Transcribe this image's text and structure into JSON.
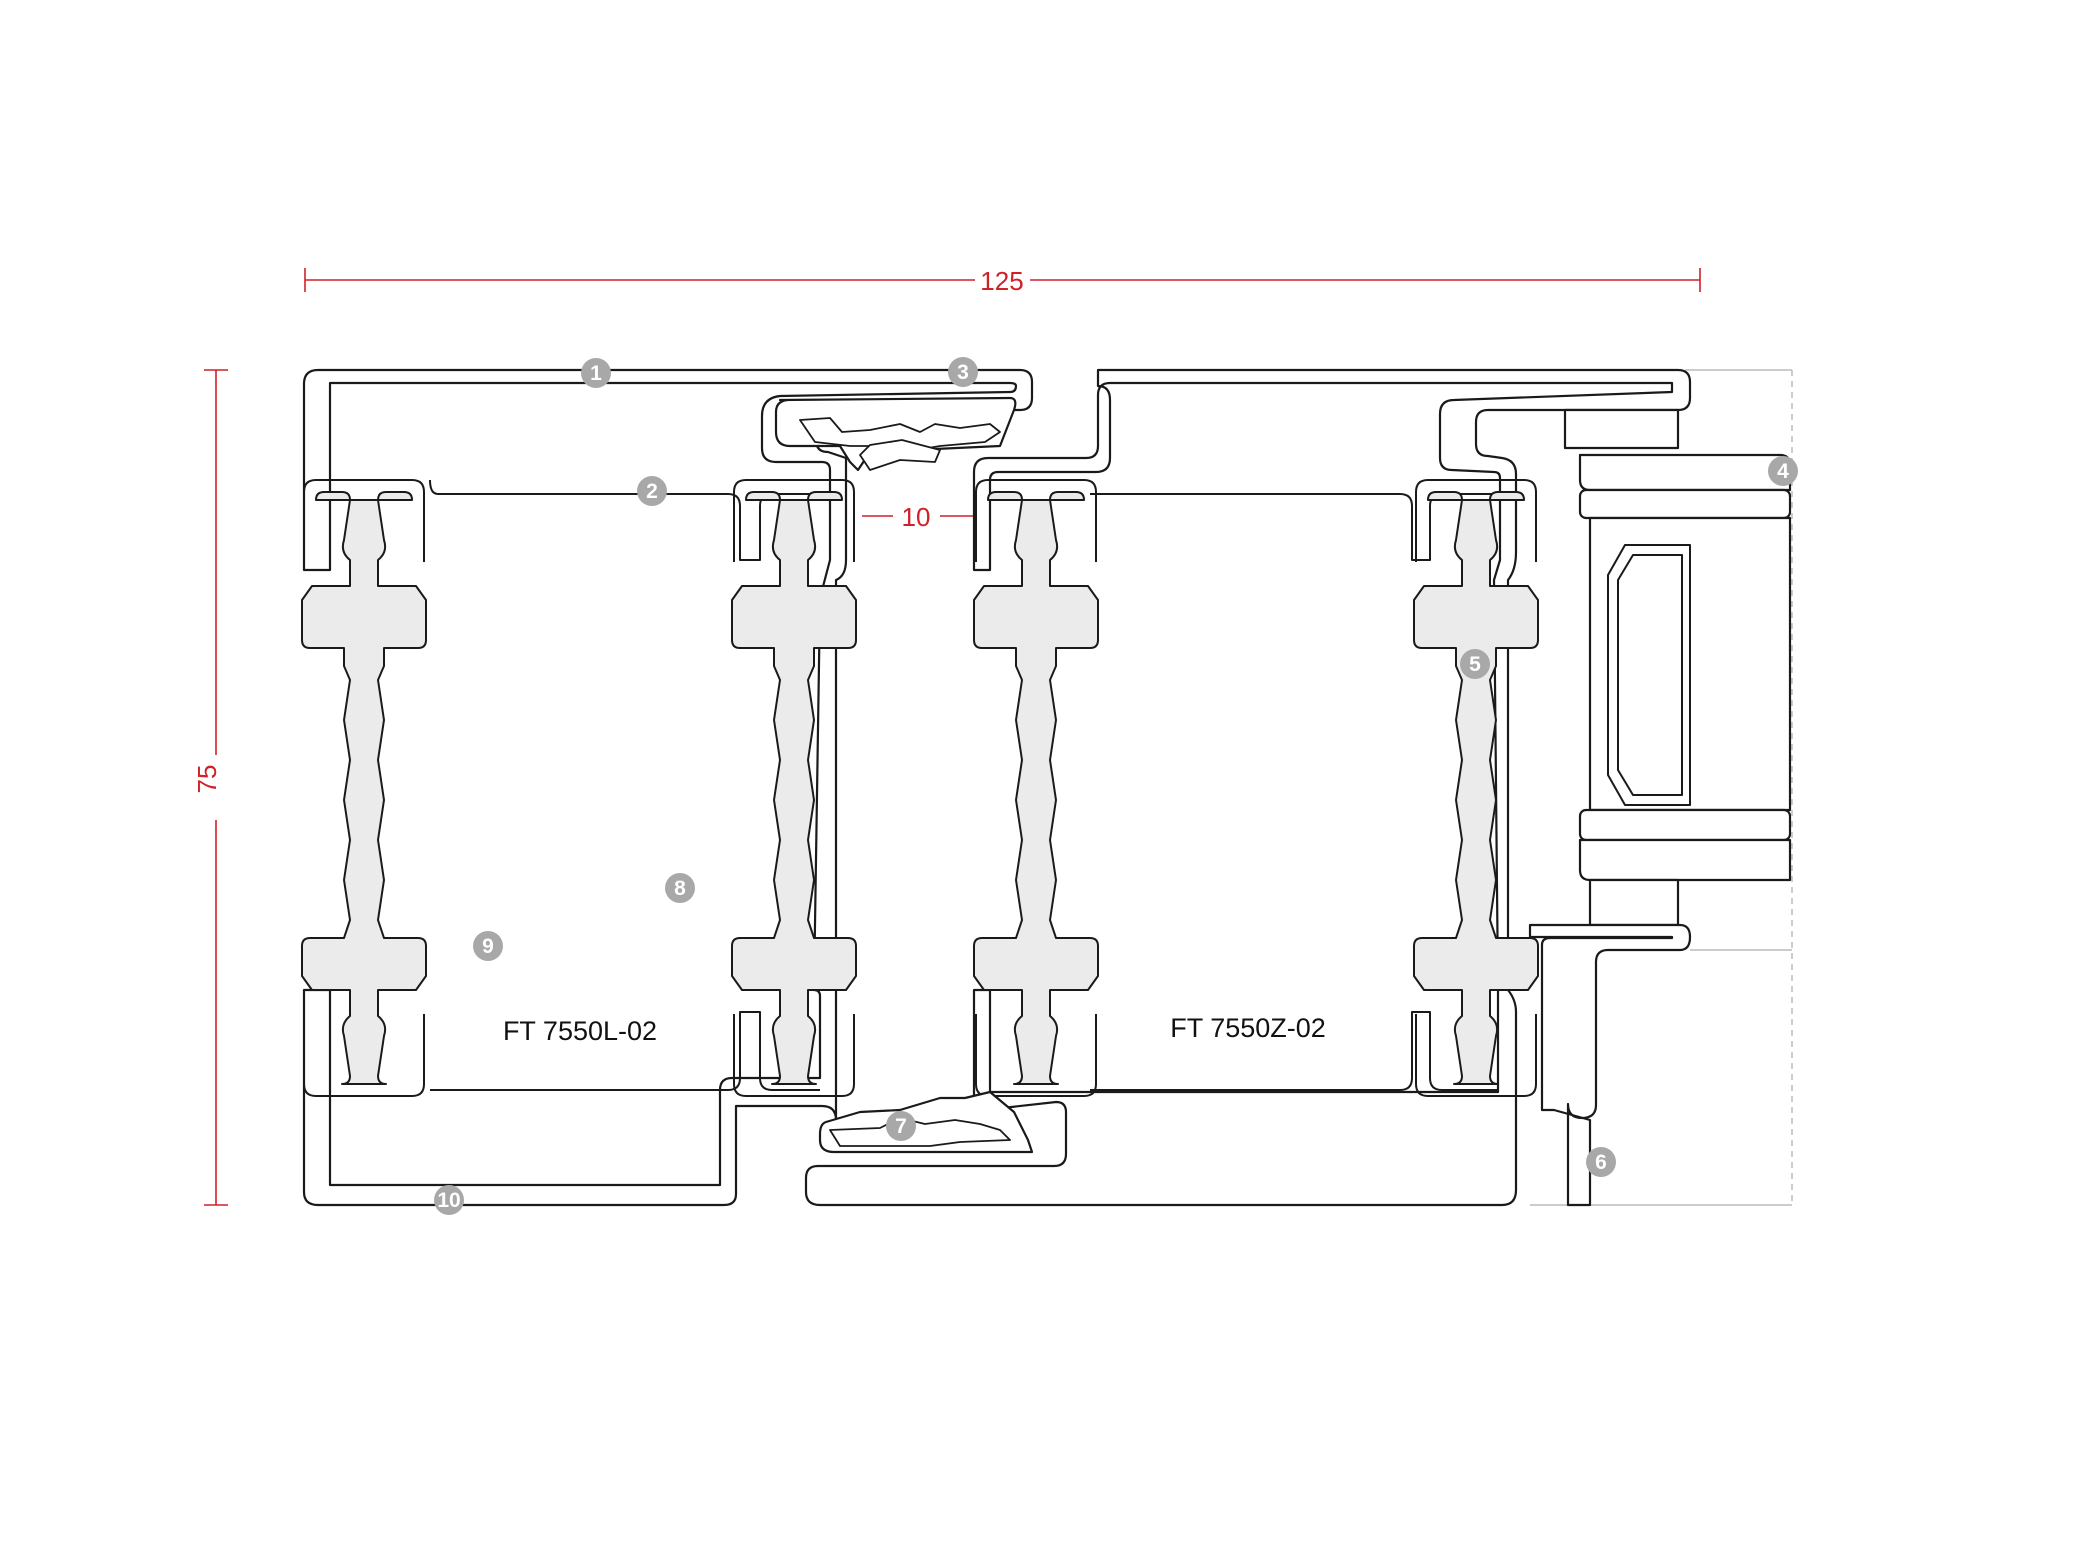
{
  "diagram": {
    "dimensions": {
      "overall_width": "125",
      "overall_height": "75",
      "gap": "10"
    },
    "profile_labels": {
      "left_profile": "FT 7550L-02",
      "right_profile": "FT 7550Z-02"
    },
    "callouts": [
      "1",
      "2",
      "3",
      "4",
      "5",
      "6",
      "7",
      "8",
      "9",
      "10"
    ],
    "colors": {
      "dimension": "#d0202a",
      "outline": "#1a1a1a",
      "thermal_break_fill": "#ebebeb",
      "callout_badge": "#a8a8a8"
    }
  }
}
